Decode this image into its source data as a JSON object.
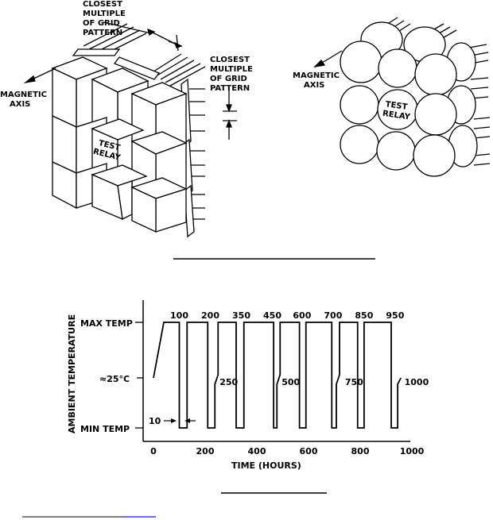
{
  "figure_top": {
    "left_grid_label": [
      "CLOSEST",
      "MULTIPLE",
      "OF GRID",
      "PATTERN"
    ],
    "right_grid_label": [
      "CLOSEST",
      "MULTIPLE",
      "OF GRID",
      "PATTERN"
    ],
    "left_axis_label": [
      "MAGNETIC",
      "AXIS"
    ],
    "right_axis_label": [
      "MAGNETIC",
      "AXIS"
    ],
    "left_test_relay": [
      "TEST",
      "RELAY"
    ],
    "right_test_relay": [
      "TEST",
      "RELAY"
    ]
  },
  "chart_data": {
    "type": "line",
    "ylabel": "AMBIENT TEMPERATURE",
    "xlabel": "TIME (HOURS)",
    "x_ticks": [
      "0",
      "200",
      "400",
      "600",
      "800",
      "1000"
    ],
    "y_ticks": [
      "MAX TEMP",
      "≈25°C",
      "MIN TEMP"
    ],
    "annotation_dwell": "10",
    "top_labels": [
      {
        "text": "100",
        "x": 100
      },
      {
        "text": "200",
        "x": 220
      },
      {
        "text": "350",
        "x": 340
      },
      {
        "text": "450",
        "x": 460
      },
      {
        "text": "600",
        "x": 575
      },
      {
        "text": "700",
        "x": 695
      },
      {
        "text": "850",
        "x": 815
      },
      {
        "text": "950",
        "x": 935
      }
    ],
    "mid_labels": [
      {
        "text": "250",
        "x": 250
      },
      {
        "text": "500",
        "x": 490
      },
      {
        "text": "750",
        "x": 735
      },
      {
        "text": "1000",
        "x": 965
      }
    ],
    "max_dwell_intervals": [
      [
        40,
        100
      ],
      [
        130,
        210
      ],
      [
        250,
        320
      ],
      [
        350,
        465
      ],
      [
        490,
        565
      ],
      [
        590,
        690
      ],
      [
        720,
        790
      ],
      [
        815,
        920
      ]
    ],
    "min_dwell_intervals": [
      [
        100,
        130
      ],
      [
        210,
        250
      ],
      [
        320,
        350
      ],
      [
        465,
        490
      ],
      [
        565,
        590
      ],
      [
        690,
        720
      ],
      [
        790,
        815
      ],
      [
        920,
        945
      ]
    ],
    "transitions_via_ambient": [
      250,
      490,
      720,
      945
    ],
    "ylim": [
      "MIN TEMP",
      "MAX TEMP"
    ],
    "xlim": [
      0,
      1000
    ]
  }
}
